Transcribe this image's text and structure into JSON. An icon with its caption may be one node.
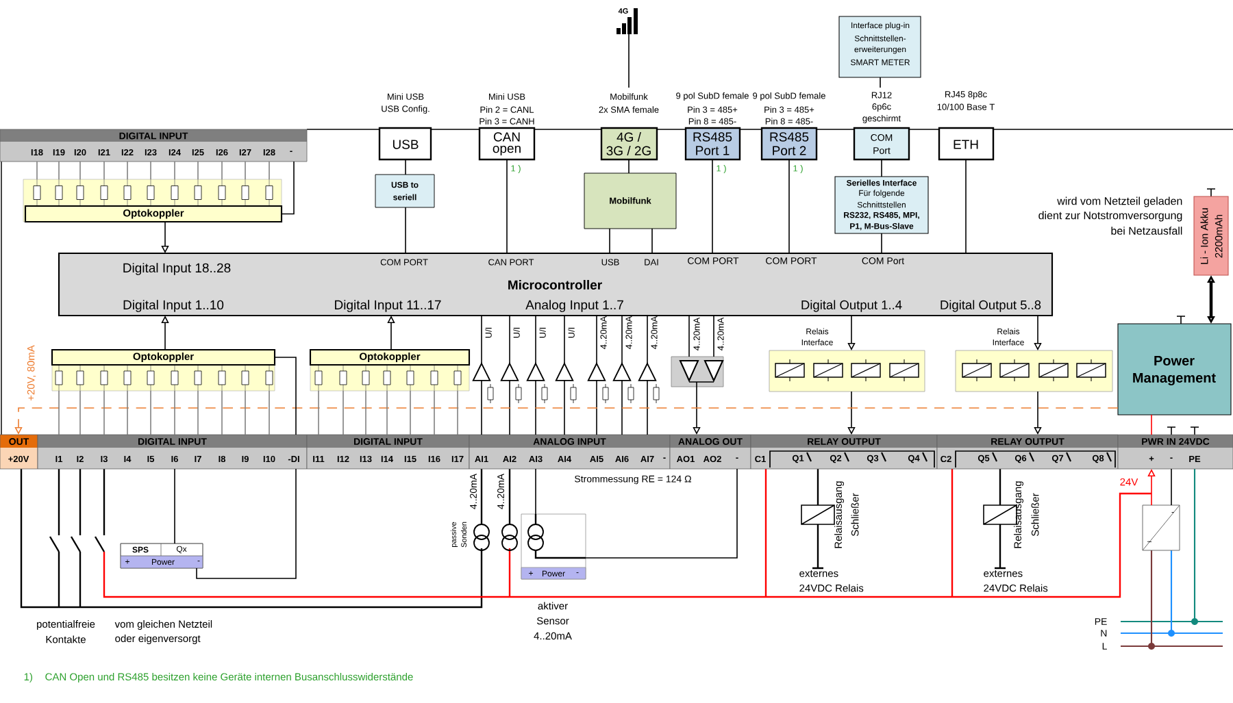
{
  "diagram": {
    "nodes": [
      {
        "text": [
          "DIGITAL INPUT",
          "I18",
          "I19",
          "I20",
          "I21",
          "I22",
          "I23",
          "I24",
          "I25",
          "I26",
          "I27",
          "I28",
          "-"
        ]
      },
      {
        "text": [
          "Optokoppler"
        ]
      },
      {
        "text": [
          "USB"
        ],
        "beside": [
          "Mini USB",
          "USB Config."
        ]
      },
      {
        "text": [
          "USB to",
          "seriell"
        ]
      },
      {
        "text": [
          "CAN",
          "open"
        ],
        "beside": [
          "Mini USB",
          "Pin 2 = CANL",
          "Pin 3 = CANH",
          "1 )"
        ]
      },
      {
        "text": [
          "4G"
        ]
      },
      {
        "text": [
          "4G /",
          "3G / 2G"
        ],
        "beside": [
          "Mobilfunk",
          "2x SMA female"
        ]
      },
      {
        "text": [
          "Mobilfunk"
        ]
      },
      {
        "text": [
          "RS485",
          "Port 1"
        ],
        "beside": [
          "9 pol SubD female",
          "Pin 3 = 485+",
          "Pin 8 = 485-",
          "1 )"
        ]
      },
      {
        "text": [
          "RS485",
          "Port 2"
        ],
        "beside": [
          "9 pol SubD female",
          "Pin 3 = 485+",
          "Pin 8 = 485-",
          "1 )"
        ]
      },
      {
        "text": [
          "Interface plug-in",
          "Schnittstellen-",
          "erweiterungen",
          "SMART METER"
        ]
      },
      {
        "text": [
          "COM",
          "Port"
        ],
        "beside": [
          "RJ12",
          "6p6c",
          "geschirmt"
        ]
      },
      {
        "text": [
          "ETH"
        ],
        "beside": [
          "RJ45 8p8c",
          "10/100 Base T"
        ]
      },
      {
        "text": [
          "Serielles Interface",
          "Für folgende",
          "Schnittstellen",
          "RS232, RS485, MPI,",
          "P1, M-Bus-Slave"
        ]
      },
      {
        "text": [
          "Li - Ion Akku",
          "2200mAh"
        ],
        "beside": [
          "wird vom Netzteil geladen",
          "dient zur Notstromversorgung",
          "bei Netzausfall"
        ]
      },
      {
        "text": [
          "Digital Input 18..28",
          "COM PORT",
          "CAN PORT",
          "USB",
          "DAI",
          "COM PORT",
          "COM PORT",
          "COM Port",
          "Microcontroller",
          "Digital Input 1..10",
          "Digital Input 11..17",
          "Analog Input 1..7",
          "Digital Output 1..4",
          "Digital Output 5..8"
        ]
      },
      {
        "text": [
          "Optokoppler"
        ]
      },
      {
        "text": [
          "Optokoppler"
        ]
      },
      {
        "text": [],
        "shape": "box"
      },
      {
        "text": [],
        "shape": "box",
        "beside": [
          "Relais",
          "Interface"
        ]
      },
      {
        "text": [],
        "shape": "box",
        "beside": [
          "Relais",
          "Interface"
        ]
      },
      {
        "text": [
          "Power",
          "Management"
        ]
      },
      {
        "text": [
          "OUT",
          "+20V"
        ]
      },
      {
        "text": [
          "DIGITAL INPUT",
          "I1",
          "I2",
          "I3",
          "I4",
          "I5",
          "I6",
          "I7",
          "I8",
          "I9",
          "I10",
          "-DI"
        ]
      },
      {
        "text": [
          "DIGITAL INPUT",
          "I11",
          "I12",
          "I13",
          "I14",
          "I15",
          "I16",
          "I17"
        ]
      },
      {
        "text": [
          "ANALOG INPUT",
          "AI1",
          "AI2",
          "AI3",
          "AI4",
          "AI5",
          "AI6",
          "AI7",
          "-"
        ]
      },
      {
        "text": [
          "ANALOG OUT",
          "AO1",
          "AO2",
          "-"
        ]
      },
      {
        "text": [
          "RELAY OUTPUT",
          "C1",
          "Q1",
          "Q2",
          "Q3",
          "Q4"
        ]
      },
      {
        "text": [
          "RELAY OUTPUT",
          "C2",
          "Q5",
          "Q6",
          "Q7",
          "Q8"
        ]
      },
      {
        "text": [
          "PWR IN 24VDC",
          "+",
          "-",
          "PE"
        ]
      },
      {
        "text": [
          "SPS",
          "Qx",
          "+",
          "Power",
          "-"
        ]
      },
      {
        "text": [
          "+",
          "Power",
          "-"
        ],
        "beside": [
          "aktiver",
          "Sensor",
          "4..20mA"
        ]
      },
      {
        "text": [
          "-",
          "~"
        ]
      }
    ],
    "edges": [
      {
        "from": 0,
        "to": 1,
        "arrow": "none"
      },
      {
        "from": 1,
        "to": 15,
        "arrow": "to"
      },
      {
        "from": 2,
        "to": 3,
        "arrow": "none"
      },
      {
        "from": 3,
        "to": 15,
        "arrow": "none"
      },
      {
        "from": 4,
        "to": 15,
        "arrow": "none"
      },
      {
        "from": 5,
        "to": 6,
        "arrow": "none"
      },
      {
        "from": 6,
        "to": 7,
        "arrow": "none"
      },
      {
        "from": 7,
        "to": 15,
        "arrow": "none"
      },
      {
        "from": 7,
        "to": 15,
        "arrow": "none"
      },
      {
        "from": 8,
        "to": 15,
        "arrow": "none"
      },
      {
        "from": 9,
        "to": 15,
        "arrow": "none"
      },
      {
        "from": 10,
        "to": 11,
        "arrow": "none"
      },
      {
        "from": 11,
        "to": 13,
        "arrow": "none"
      },
      {
        "from": 13,
        "to": 15,
        "arrow": "none"
      },
      {
        "from": 12,
        "to": 15,
        "arrow": "none"
      },
      {
        "from": 16,
        "to": 15,
        "arrow": "to"
      },
      {
        "from": 17,
        "to": 15,
        "arrow": "to"
      },
      {
        "from": 25,
        "to": 15,
        "arrow": "to",
        "label": "U/I"
      },
      {
        "from": 25,
        "to": 15,
        "arrow": "to",
        "label": "U/I"
      },
      {
        "from": 25,
        "to": 15,
        "arrow": "to",
        "label": "U/I"
      },
      {
        "from": 25,
        "to": 15,
        "arrow": "to",
        "label": "U/I"
      },
      {
        "from": 25,
        "to": 15,
        "arrow": "to",
        "label": "4..20mA"
      },
      {
        "from": 25,
        "to": 15,
        "arrow": "to",
        "label": "4..20mA"
      },
      {
        "from": 25,
        "to": 15,
        "arrow": "to",
        "label": "4..20mA"
      },
      {
        "from": 15,
        "to": 18,
        "arrow": "none",
        "label": "4..20mA"
      },
      {
        "from": 15,
        "to": 18,
        "arrow": "none",
        "label": "4..20mA"
      },
      {
        "from": 18,
        "to": 26,
        "arrow": "to"
      },
      {
        "from": 15,
        "to": 19,
        "arrow": "to"
      },
      {
        "from": 19,
        "to": 27,
        "arrow": "to"
      },
      {
        "from": 15,
        "to": 20,
        "arrow": "to"
      },
      {
        "from": 20,
        "to": 28,
        "arrow": "to"
      },
      {
        "from": 14,
        "to": 21,
        "arrow": "both",
        "style": "thick"
      },
      {
        "from": 21,
        "to": 22,
        "arrow": "to",
        "label": "+20V, 80mA",
        "style": "dashed",
        "color": "#ed7d31"
      },
      {
        "from": 21,
        "to": 29,
        "arrow": "none",
        "color": "#ff0000"
      },
      {
        "from": 16,
        "to": 23,
        "arrow": "none"
      },
      {
        "from": 23,
        "to": 30,
        "arrow": "none"
      },
      {
        "from": 30,
        "to": 23,
        "arrow": "none"
      },
      {
        "from": 25,
        "to": 31,
        "arrow": "none"
      },
      {
        "from": 32,
        "to": 29,
        "arrow": "to",
        "color": "#ff0000"
      },
      {
        "from": 29,
        "to": 32,
        "arrow": "none"
      },
      {
        "from": 26,
        "to": 31,
        "arrow": "none"
      },
      {
        "from": 0,
        "to": 1,
        "arrow": "none",
        "color": "#808080"
      },
      {
        "from": 0,
        "to": 1,
        "arrow": "none",
        "color": "#808080"
      },
      {
        "from": 0,
        "to": 1,
        "arrow": "none",
        "color": "#808080"
      },
      {
        "from": 0,
        "to": 1,
        "arrow": "none",
        "color": "#808080"
      },
      {
        "from": 0,
        "to": 1,
        "arrow": "none",
        "color": "#808080"
      },
      {
        "from": 0,
        "to": 1,
        "arrow": "none",
        "color": "#808080"
      },
      {
        "from": 0,
        "to": 1,
        "arrow": "none",
        "color": "#808080"
      },
      {
        "from": 0,
        "to": 1,
        "arrow": "none",
        "color": "#808080"
      },
      {
        "from": 0,
        "to": 1,
        "arrow": "none",
        "color": "#808080"
      },
      {
        "from": 0,
        "to": 1,
        "arrow": "none",
        "color": "#808080"
      },
      {
        "from": 0,
        "to": 1,
        "arrow": "none",
        "color": "#808080"
      },
      {
        "from": 23,
        "to": 16,
        "arrow": "none",
        "color": "#808080"
      },
      {
        "from": 23,
        "to": 16,
        "arrow": "none",
        "color": "#808080"
      },
      {
        "from": 23,
        "to": 16,
        "arrow": "none",
        "color": "#808080"
      },
      {
        "from": 23,
        "to": 16,
        "arrow": "none",
        "color": "#808080"
      },
      {
        "from": 23,
        "to": 16,
        "arrow": "none",
        "color": "#808080"
      },
      {
        "from": 23,
        "to": 16,
        "arrow": "none",
        "color": "#808080"
      },
      {
        "from": 23,
        "to": 16,
        "arrow": "none",
        "color": "#808080"
      },
      {
        "from": 23,
        "to": 16,
        "arrow": "none",
        "color": "#808080"
      },
      {
        "from": 23,
        "to": 16,
        "arrow": "none",
        "color": "#808080"
      },
      {
        "from": 23,
        "to": 16,
        "arrow": "none",
        "color": "#808080"
      },
      {
        "from": 24,
        "to": 17,
        "arrow": "none",
        "color": "#808080"
      },
      {
        "from": 24,
        "to": 17,
        "arrow": "none",
        "color": "#808080"
      },
      {
        "from": 24,
        "to": 17,
        "arrow": "none",
        "color": "#808080"
      },
      {
        "from": 24,
        "to": 17,
        "arrow": "none",
        "color": "#808080"
      },
      {
        "from": 24,
        "to": 17,
        "arrow": "none",
        "color": "#808080"
      },
      {
        "from": 24,
        "to": 17,
        "arrow": "none",
        "color": "#808080"
      },
      {
        "from": 24,
        "to": 17,
        "arrow": "none",
        "color": "#808080"
      }
    ],
    "labels": [
      "4..20mA",
      "4..20mA",
      "passive",
      "Sonden",
      "Strommessung RE = 124 Ω",
      "Relaisausgang",
      "Schließer",
      "Relaisausgang",
      "Schließer",
      "24V",
      "externes",
      "24VDC Relais",
      "externes",
      "24VDC Relais",
      "potentialfreie",
      "Kontakte",
      "vom gleichen Netzteil",
      "oder eigenversorgt",
      "PE",
      "N",
      "L",
      "1)",
      "CAN Open und RS485 besitzen keine Geräte internen Busanschlusswiderstände"
    ]
  }
}
